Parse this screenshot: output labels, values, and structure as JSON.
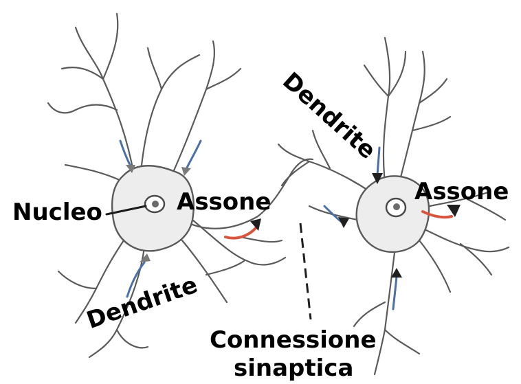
{
  "labels": {
    "nucleus": "Nucleo",
    "axon_left": "Assone",
    "axon_right": "Assone",
    "dendrite_left": "Dendrite",
    "dendrite_right": "Dendrite",
    "synapse_line1": "Connessione",
    "synapse_line2": "sinaptica"
  },
  "colors": {
    "signal_in": "#4b6fa8",
    "signal_out": "#d9543c",
    "membrane": "#5a5a5a",
    "cytoplasm": "#ededed",
    "text": "#000000"
  }
}
